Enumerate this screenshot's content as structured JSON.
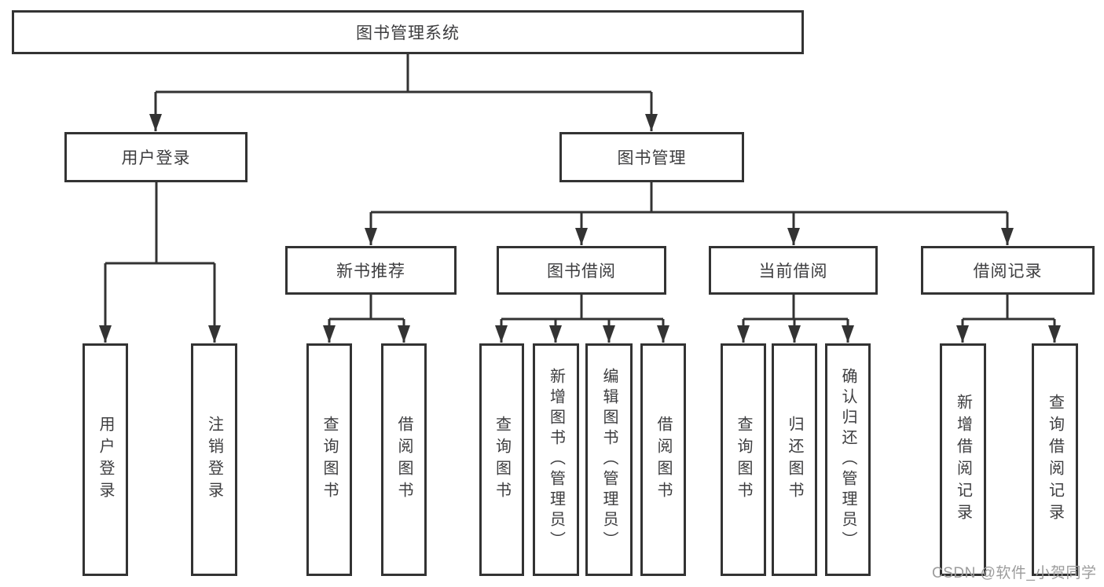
{
  "diagram": {
    "root": {
      "label": "图书管理系统"
    },
    "level2": {
      "user_login": {
        "label": "用户登录",
        "children": [
          {
            "label": "用户登录"
          },
          {
            "label": "注销登录"
          }
        ]
      },
      "book_mgmt": {
        "label": "图书管理"
      }
    },
    "level3": {
      "new_books": {
        "label": "新书推荐",
        "children": [
          {
            "label": "查询图书"
          },
          {
            "label": "借阅图书"
          }
        ]
      },
      "book_borrow": {
        "label": "图书借阅",
        "children": [
          {
            "label": "查询图书"
          },
          {
            "label": "新增图书（管理员）"
          },
          {
            "label": "编辑图书（管理员）"
          },
          {
            "label": "借阅图书"
          }
        ]
      },
      "current_borrow": {
        "label": "当前借阅",
        "children": [
          {
            "label": "查询图书"
          },
          {
            "label": "归还图书"
          },
          {
            "label": "确认归还（管理员）"
          }
        ]
      },
      "borrow_records": {
        "label": "借阅记录",
        "children": [
          {
            "label": "新增借阅记录"
          },
          {
            "label": "查询借阅记录"
          }
        ]
      }
    },
    "colors": {
      "line": "#333333",
      "text": "#3d3d3f",
      "watermark": "#9c9c9c",
      "background": "#ffffff"
    }
  },
  "watermark": {
    "text": "CSDN @软件_小贺同学"
  }
}
